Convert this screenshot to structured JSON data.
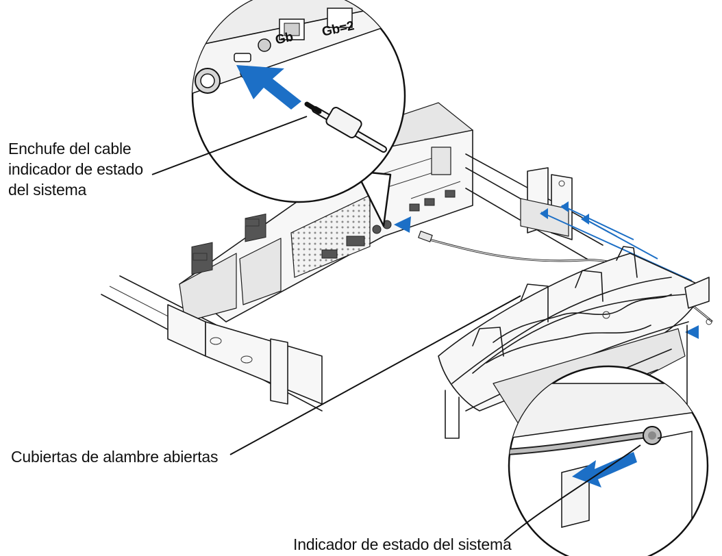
{
  "callouts": {
    "plug": [
      "Enchufe del cable",
      "indicador de estado",
      "del sistema"
    ],
    "covers": "Cubiertas de alambre abiertas",
    "indicator": "Indicador de estado del sistema"
  },
  "port_labels": {
    "gb1": "Gb",
    "gb2": "Gb=2"
  },
  "colors": {
    "arrow": "#1c6fc6",
    "line": "#1a1a1a"
  }
}
